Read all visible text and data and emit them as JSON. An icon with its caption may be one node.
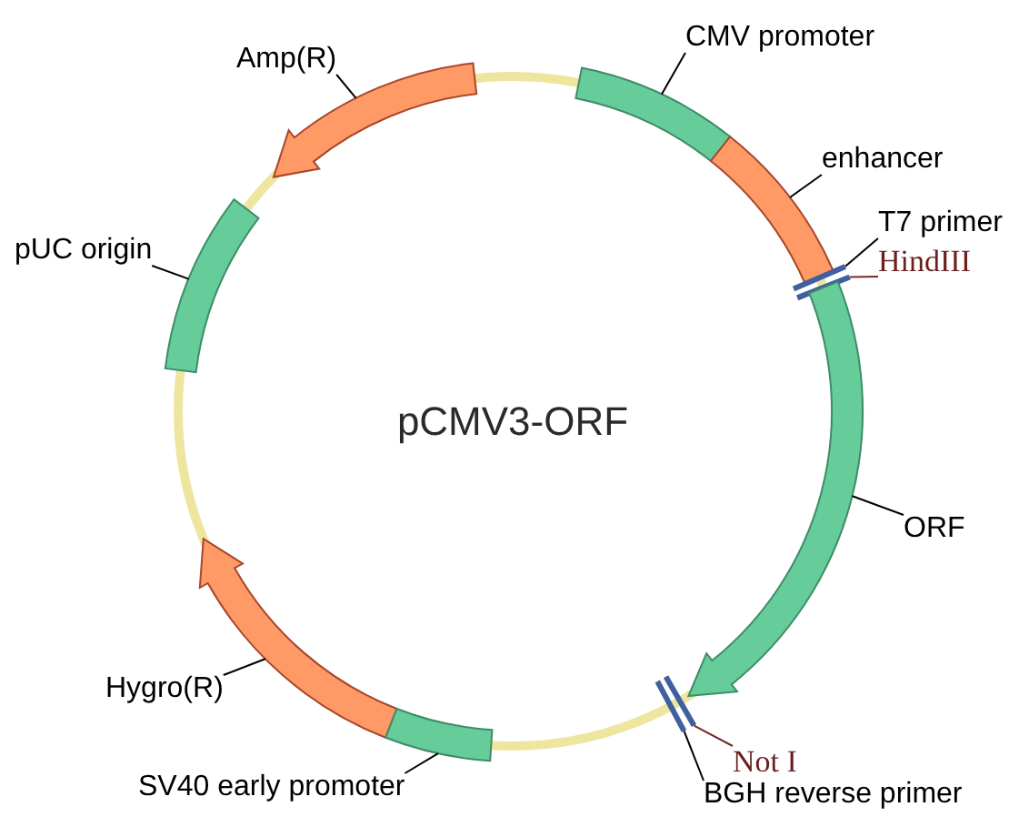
{
  "diagram": {
    "title": "pCMV3-ORF",
    "nodes": [
      {
        "text": [
          "Amp(R)"
        ]
      },
      {
        "text": [],
        "shape": "arrow"
      },
      {
        "text": [
          "CMV promoter"
        ]
      },
      {
        "text": [],
        "shape": "arc"
      },
      {
        "text": [
          "enhancer"
        ]
      },
      {
        "text": [],
        "shape": "arc"
      },
      {
        "text": [
          "pUC origin"
        ]
      },
      {
        "text": [],
        "shape": "arc"
      },
      {
        "text": [
          "T7 primer"
        ]
      },
      {
        "text": [],
        "shape": "bar"
      },
      {
        "text": [
          "HindIII"
        ]
      },
      {
        "text": [],
        "shape": "bar"
      },
      {
        "text": [
          "ORF"
        ]
      },
      {
        "text": [],
        "shape": "arrow"
      },
      {
        "text": [
          "Hygro(R)"
        ]
      },
      {
        "text": [],
        "shape": "arrow"
      },
      {
        "text": [
          "Not I"
        ]
      },
      {
        "text": [],
        "shape": "bar"
      },
      {
        "text": [
          "SV40 early promoter"
        ]
      },
      {
        "text": [],
        "shape": "arc"
      },
      {
        "text": [
          "BGH reverse primer"
        ]
      },
      {
        "text": [],
        "shape": "bar"
      }
    ],
    "edges": [
      {
        "from": 0,
        "to": 1,
        "arrow": "none"
      },
      {
        "from": 2,
        "to": 3,
        "arrow": "none"
      },
      {
        "from": 4,
        "to": 5,
        "arrow": "none"
      },
      {
        "from": 6,
        "to": 7,
        "arrow": "none"
      },
      {
        "from": 8,
        "to": 9,
        "arrow": "none"
      },
      {
        "from": 10,
        "to": 11,
        "arrow": "none",
        "color": "#7a2a2a"
      },
      {
        "from": 12,
        "to": 13,
        "arrow": "none"
      },
      {
        "from": 14,
        "to": 15,
        "arrow": "none"
      },
      {
        "from": 16,
        "to": 17,
        "arrow": "none",
        "color": "#7a2a2a"
      },
      {
        "from": 18,
        "to": 19,
        "arrow": "none"
      },
      {
        "from": 20,
        "to": 21,
        "arrow": "none"
      }
    ]
  }
}
